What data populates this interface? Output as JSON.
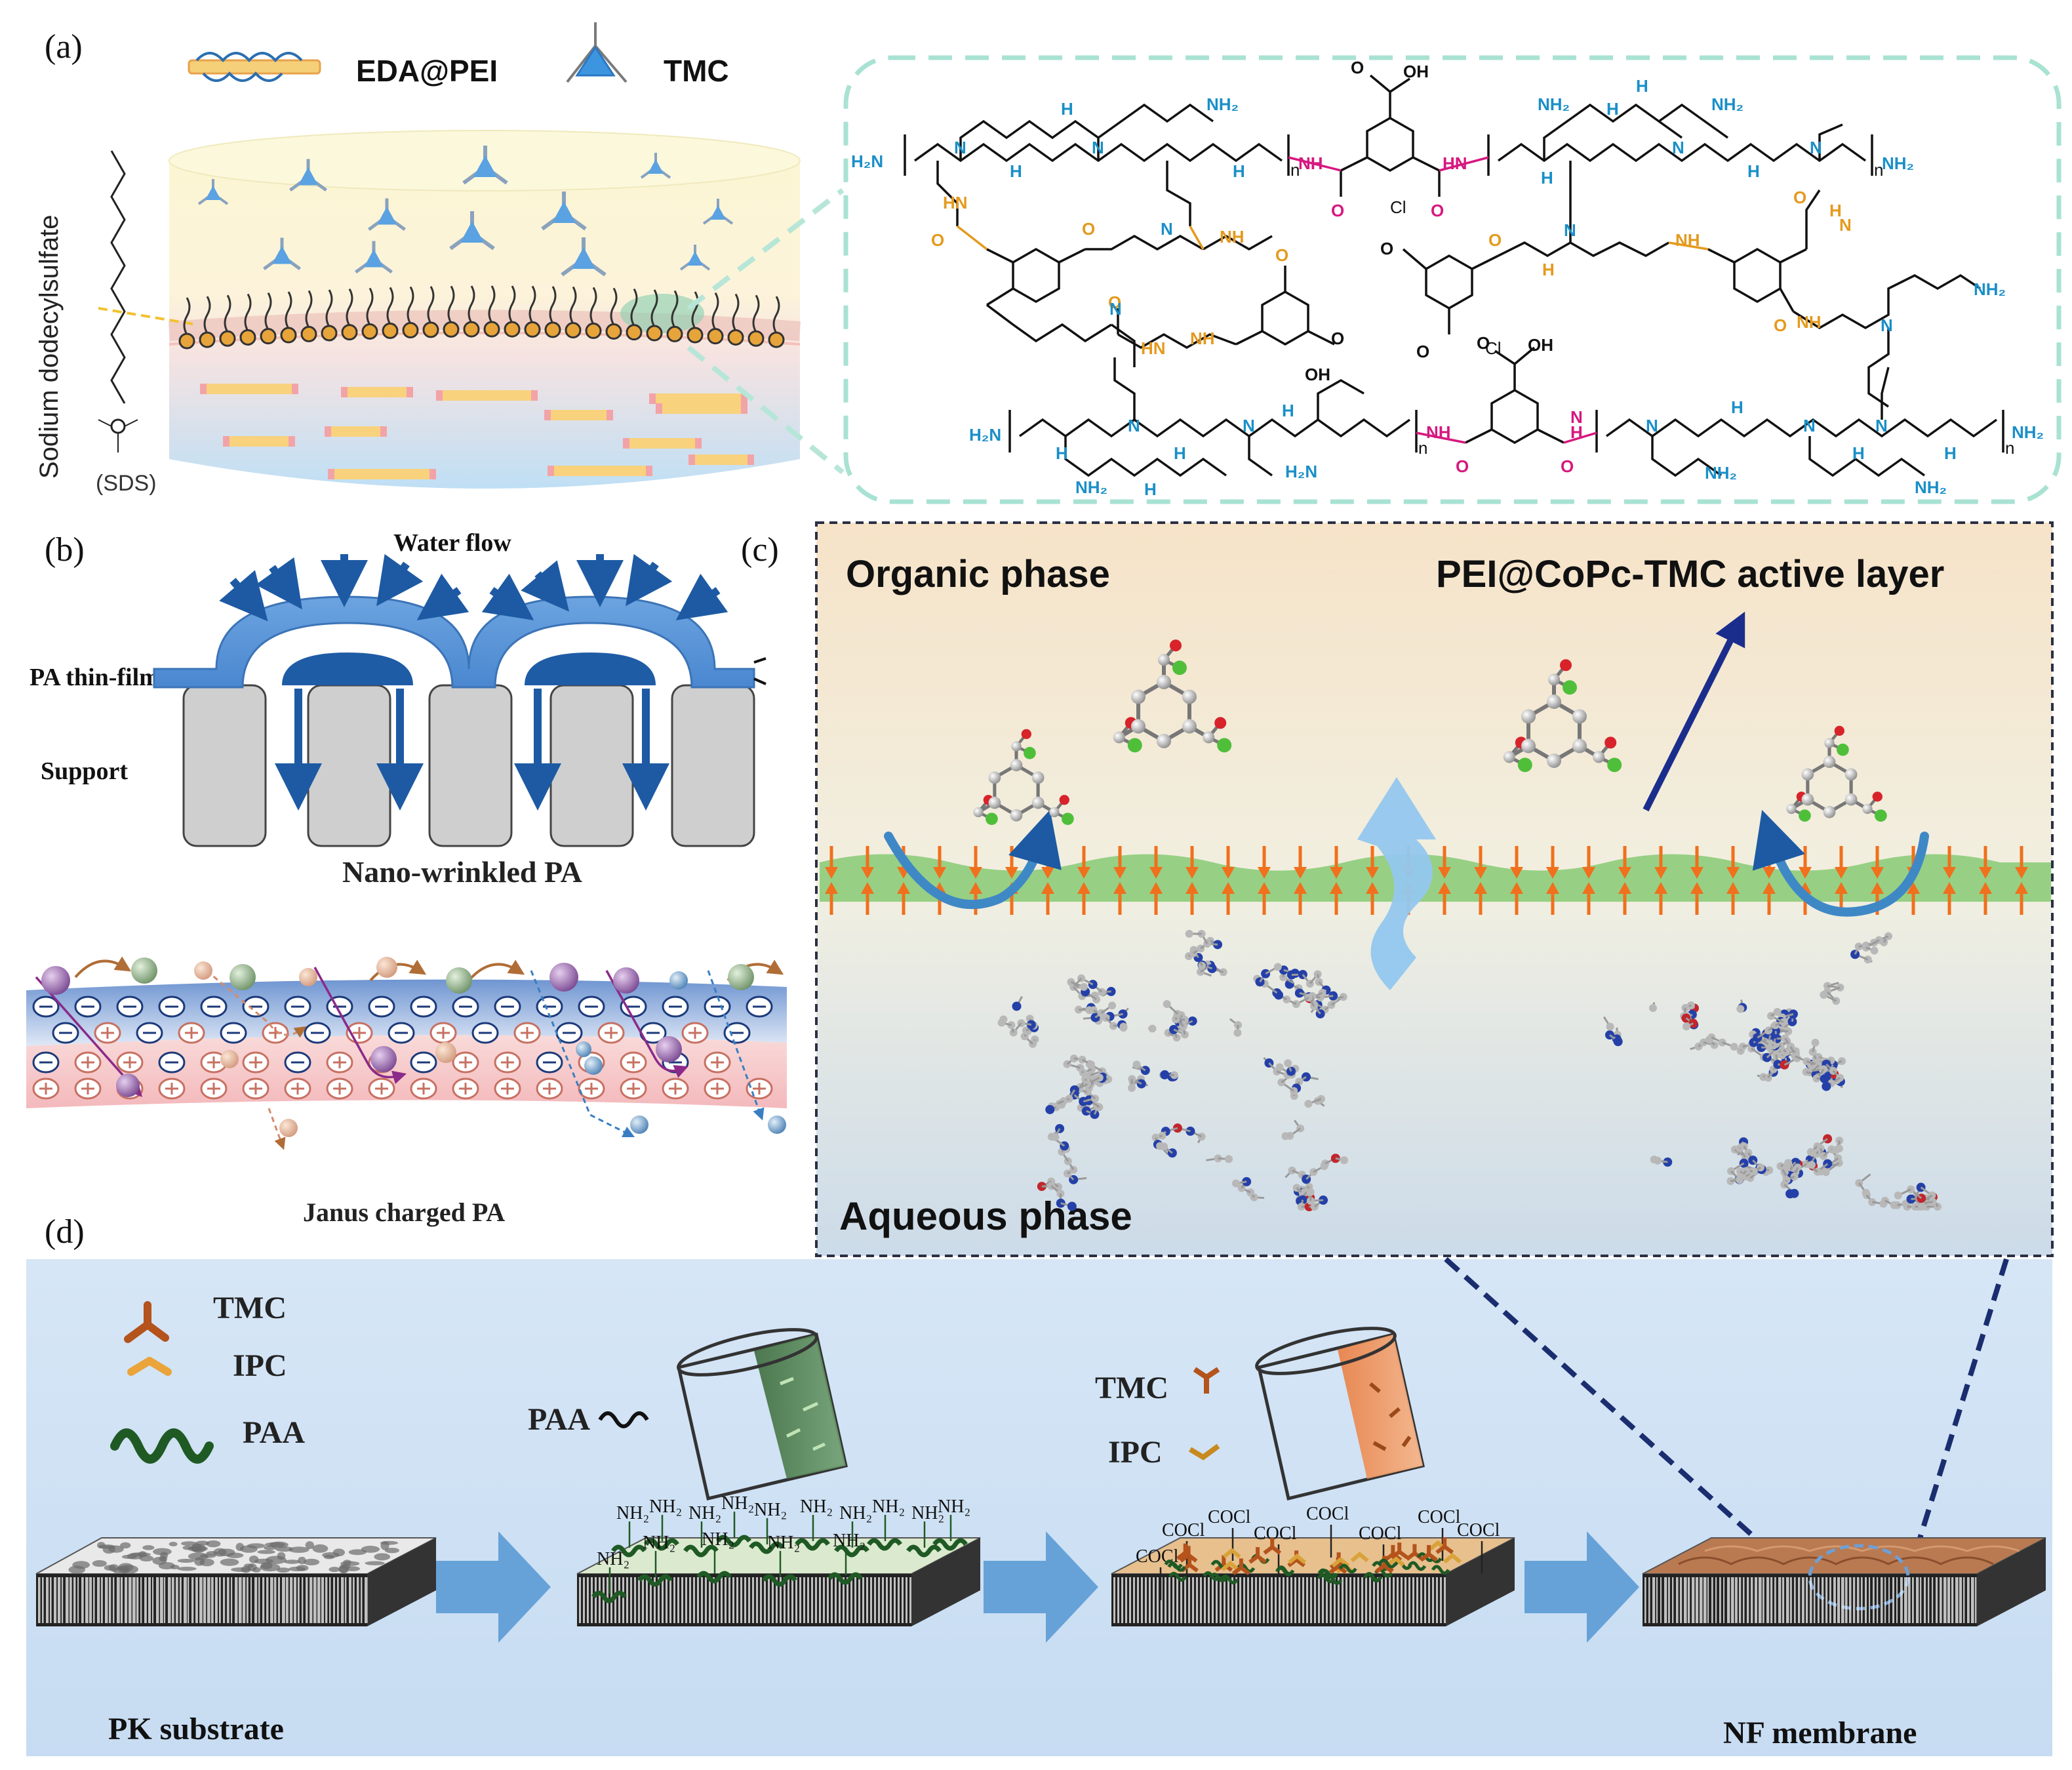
{
  "panel_a": {
    "label": "(a)",
    "legend_eda": "EDA@PEI",
    "legend_tmc": "TMC",
    "sds_name": "Sodium dodecylsulfate",
    "sds_abbr": "(SDS)",
    "chem": {
      "nh2": "NH₂",
      "h2n": "H₂N",
      "nh": "NH",
      "hn": "HN",
      "n": "N",
      "h": "H",
      "o": "O",
      "oh": "OH",
      "cooh": "C—OH",
      "cl": "Cl",
      "sub_n": "n"
    }
  },
  "panel_b": {
    "label": "(b)",
    "water_flow": "Water flow",
    "pa_thin_film": "PA thin-film",
    "support": "Support",
    "nano_wrinkled": "Nano-wrinkled PA",
    "janus": "Janus charged PA",
    "minus": "⊖",
    "plus": "⊕"
  },
  "panel_c": {
    "label": "(c)",
    "organic_phase": "Organic phase",
    "active_layer": "PEI@CoPc-TMC active layer",
    "aqueous_phase": "Aqueous phase"
  },
  "panel_d": {
    "label": "(d)",
    "legend_tmc": "TMC",
    "legend_ipc": "IPC",
    "legend_paa": "PAA",
    "beaker1_label": "PAA",
    "beaker2_tmc": "TMC",
    "beaker2_ipc": "IPC",
    "nh2": "NH₂",
    "cocl": "COCl",
    "pk_substrate": "PK substrate",
    "nf_membrane": "NF membrane"
  },
  "colors": {
    "amine_blue": "#1a8fc8",
    "amide_magenta": "#d6187f",
    "acyl_orange": "#e49a1e",
    "arrow_blue": "#5aa6dc",
    "orange_arrow": "#f0701d",
    "dark_blue": "#1a2d8c"
  }
}
